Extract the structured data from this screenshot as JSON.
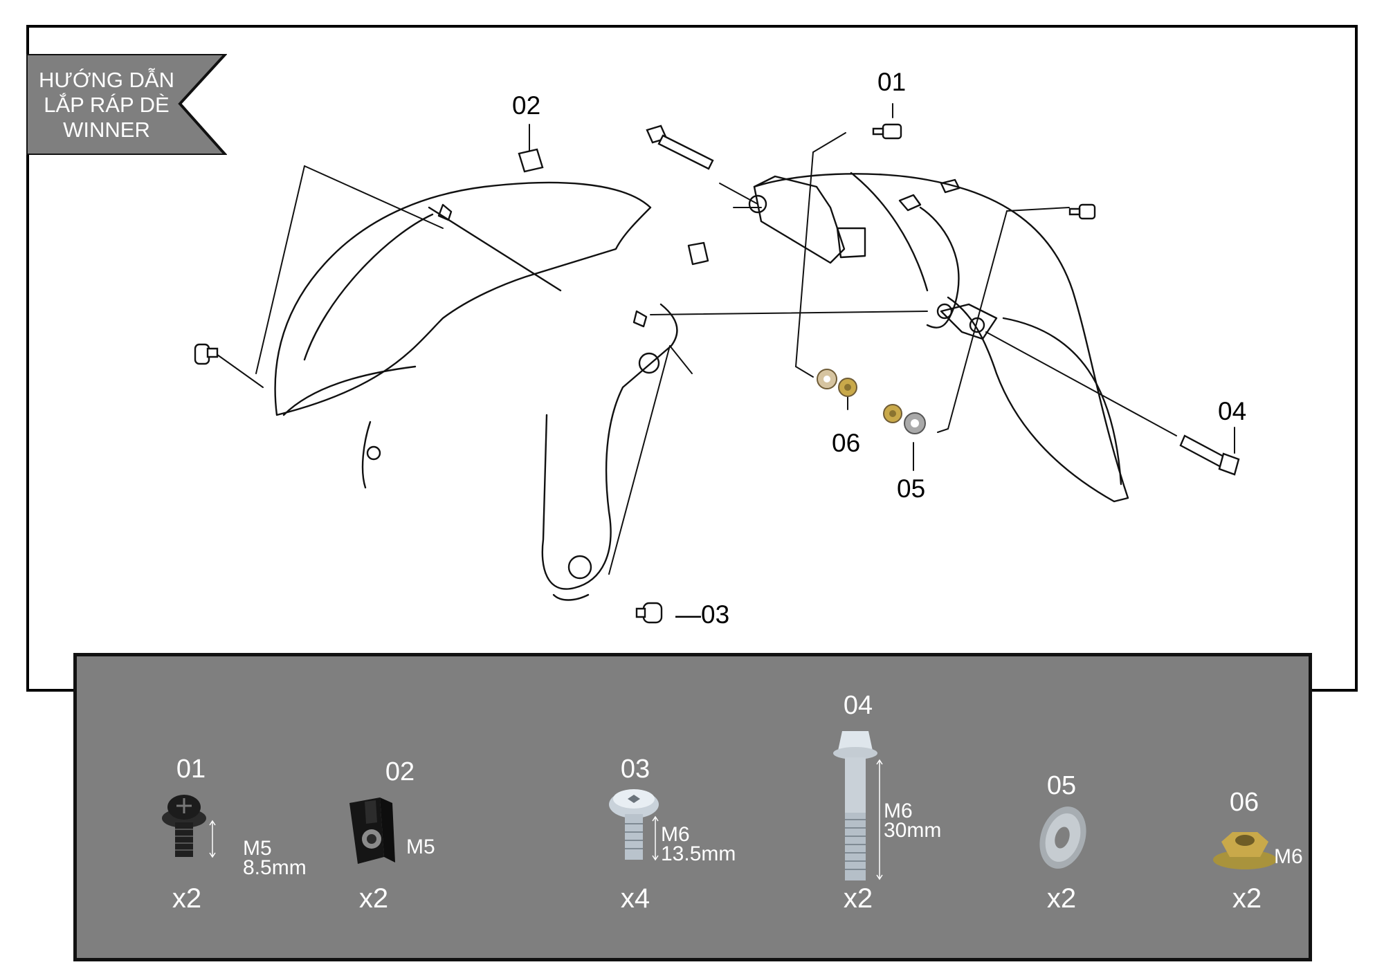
{
  "title": {
    "lines": [
      "HƯỚNG DẪN",
      "LẮP RÁP DÈ",
      "WINNER"
    ]
  },
  "callouts": {
    "c01": "01",
    "c02": "02",
    "c03": "—03",
    "c04": "04",
    "c05": "05",
    "c06": "06"
  },
  "parts": [
    {
      "number": "01",
      "spec_line1": "M5",
      "spec_line2": "8.5mm",
      "quantity": "x2",
      "icon": "flange-screw-icon"
    },
    {
      "number": "02",
      "spec_line1": "M5",
      "spec_line2": "",
      "quantity": "x2",
      "icon": "clip-nut-icon"
    },
    {
      "number": "03",
      "spec_line1": "M6",
      "spec_line2": "13.5mm",
      "quantity": "x4",
      "icon": "button-head-bolt-icon"
    },
    {
      "number": "04",
      "spec_line1": "M6",
      "spec_line2": "30mm",
      "quantity": "x2",
      "icon": "hex-flange-bolt-icon"
    },
    {
      "number": "05",
      "spec_line1": "",
      "spec_line2": "",
      "quantity": "x2",
      "icon": "washer-icon"
    },
    {
      "number": "06",
      "spec_line1": "M6",
      "spec_line2": "",
      "quantity": "x2",
      "icon": "flange-nut-icon"
    }
  ],
  "colors": {
    "panel": "#7f7f7f",
    "banner": "#7f7f7f",
    "brass": "#c9a94a",
    "steel": "#b9c3cc"
  }
}
